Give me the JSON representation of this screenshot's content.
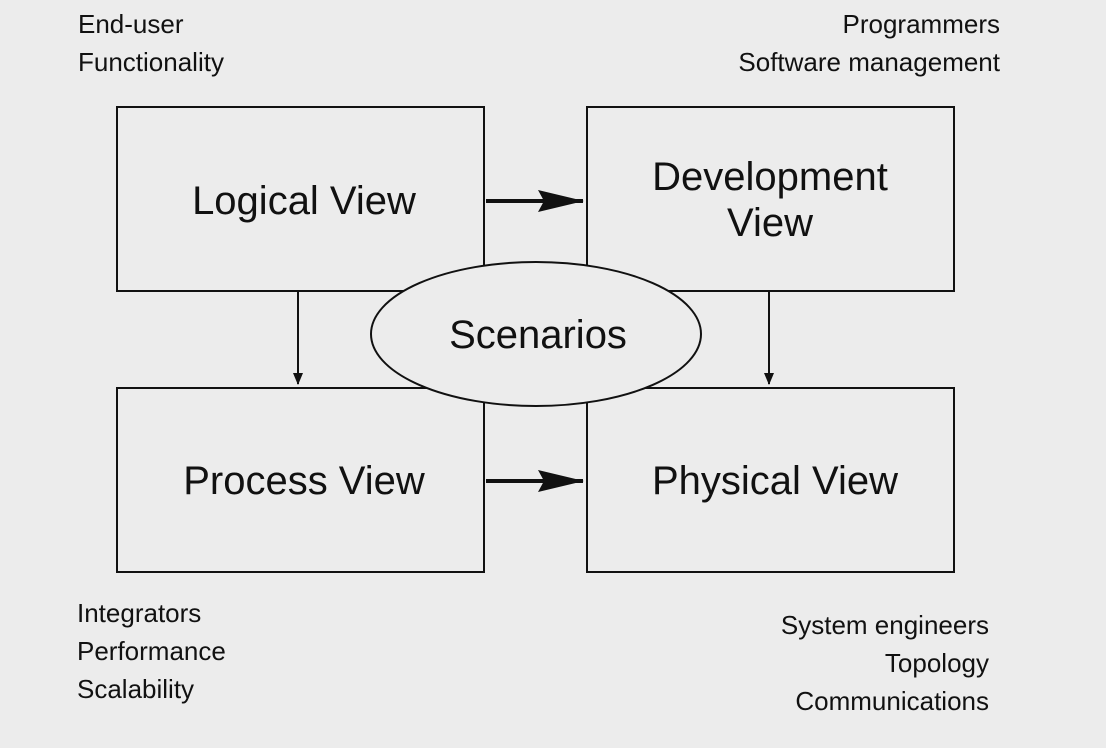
{
  "views": {
    "logical": {
      "label": "Logical View"
    },
    "development": {
      "label_line1": "Development",
      "label_line2": "View"
    },
    "process": {
      "label": "Process View"
    },
    "physical": {
      "label": "Physical View"
    },
    "scenarios": {
      "label": "Scenarios"
    }
  },
  "stakeholders": {
    "top_left": {
      "line1": "End-user",
      "line2": "Functionality"
    },
    "top_right": {
      "line1": "Programmers",
      "line2": "Software management"
    },
    "bottom_left": {
      "line1": "Integrators",
      "line2": "Performance",
      "line3": "Scalability"
    },
    "bottom_right": {
      "line1": "System engineers",
      "line2": "Topology",
      "line3": "Communications"
    }
  },
  "colors": {
    "background": "#ececec",
    "box_fill": "#ececec",
    "stroke": "#111111"
  }
}
